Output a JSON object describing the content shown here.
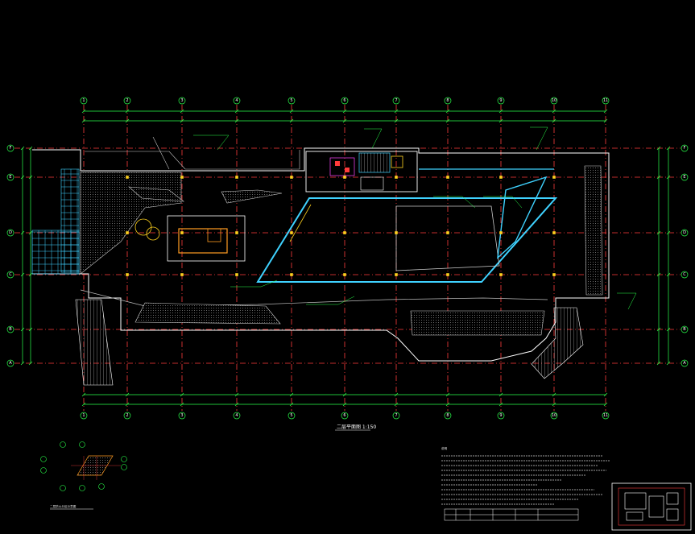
{
  "drawing": {
    "background": "#000000",
    "colors": {
      "grid_red": "#ff3b3b",
      "grid_green": "#29ff4a",
      "wall_white": "#ffffff",
      "cyan": "#3fd2ff",
      "yellow": "#ffd21e",
      "orange": "#ff9b21",
      "magenta": "#ff46ff"
    },
    "grid_top": [
      "1",
      "2",
      "3",
      "4",
      "5",
      "6",
      "7",
      "8",
      "9",
      "10",
      "11"
    ],
    "grid_bottom": [
      "1",
      "2",
      "3",
      "4",
      "5",
      "6",
      "7",
      "8",
      "9",
      "10",
      "11"
    ],
    "grid_rows": [
      "F",
      "E",
      "D",
      "C",
      "B",
      "A"
    ],
    "plan_title": "二层平面图 1:150",
    "keymap_title": "二层防火分区示意图",
    "notes_heading": "说明"
  }
}
